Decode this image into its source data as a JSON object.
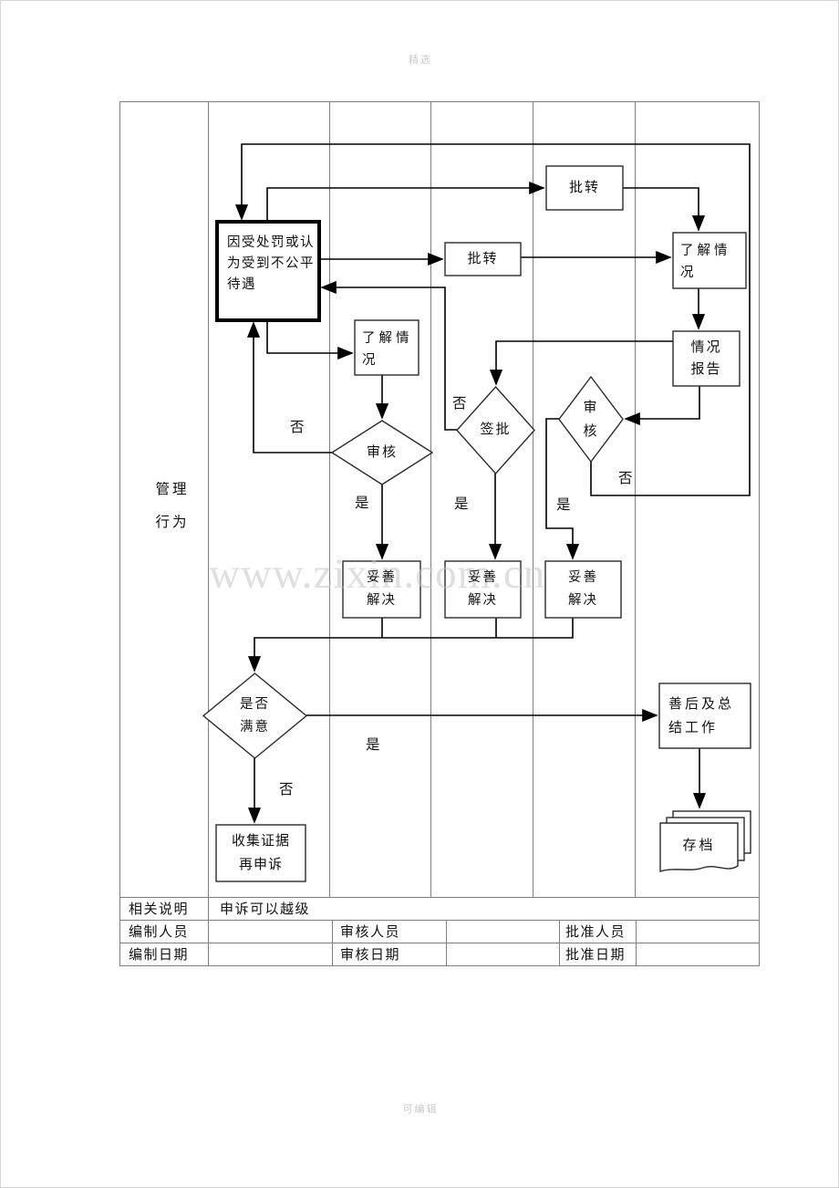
{
  "watermarks": {
    "top": "精选",
    "center": "www.zixin.com.cn",
    "bottom": "可编辑"
  },
  "swimlane": {
    "label_lines": [
      "管理",
      "行为"
    ]
  },
  "nodes": {
    "start": {
      "lines": [
        "因受处罚或认",
        "为受到不公平",
        "待遇"
      ]
    },
    "forward_top": {
      "label": "批转"
    },
    "forward_mid": {
      "label": "批转"
    },
    "understand_right": {
      "lines": [
        "了解情",
        "况"
      ]
    },
    "situation_report": {
      "lines": [
        "情况",
        "报告"
      ]
    },
    "understand_mid": {
      "lines": [
        "了解情",
        "况"
      ]
    },
    "review_mid": {
      "label": "审核"
    },
    "sign_approve": {
      "label": "签批"
    },
    "review_right": {
      "lines": [
        "审",
        "核"
      ]
    },
    "resolve_1": {
      "lines": [
        "妥善",
        "解决"
      ]
    },
    "resolve_2": {
      "lines": [
        "妥善",
        "解决"
      ]
    },
    "resolve_3": {
      "lines": [
        "妥善",
        "解决"
      ]
    },
    "satisfied": {
      "lines": [
        "是否",
        "满意"
      ]
    },
    "collect_evidence": {
      "lines": [
        "收集证据",
        "再申诉"
      ]
    },
    "aftermath": {
      "lines": [
        "善后及总",
        "结工作"
      ]
    },
    "archive": {
      "label": "存档"
    }
  },
  "edge_labels": {
    "review_mid_no": "否",
    "review_mid_yes": "是",
    "sign_no": "否",
    "sign_yes": "是",
    "review_right_no": "否",
    "review_right_yes": "是",
    "satisfied_yes": "是",
    "satisfied_no": "否"
  },
  "footer": {
    "notes_label": "相关说明",
    "notes_value": "申诉可以越级",
    "maker_label": "编制人员",
    "maker_value": "",
    "checker_label": "审核人员",
    "checker_value": "",
    "approver_label": "批准人员",
    "approver_value": "",
    "make_date_label": "编制日期",
    "make_date_value": "",
    "check_date_label": "审核日期",
    "check_date_value": "",
    "approve_date_label": "批准日期",
    "approve_date_value": ""
  },
  "colors": {
    "flow_line": "#000000",
    "grid_line": "#7f7f7f",
    "watermark": "#c6c6c6"
  }
}
